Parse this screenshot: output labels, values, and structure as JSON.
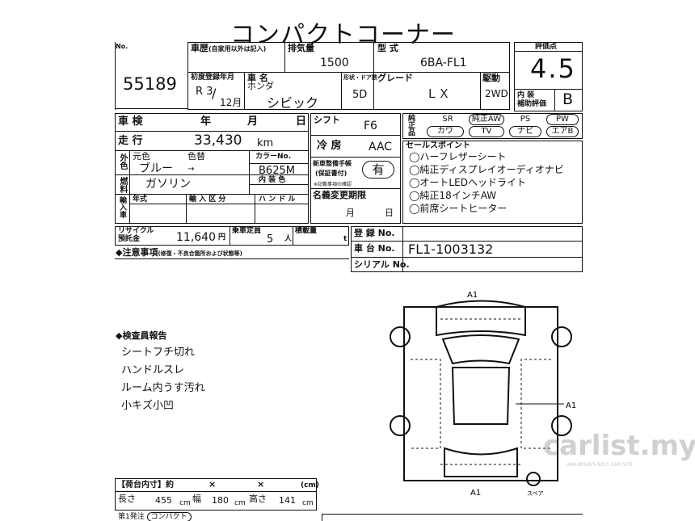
{
  "title": "コンパクトコーナー",
  "lot": {
    "corner_mark": "No.",
    "number": "55189"
  },
  "history": {
    "label": "車歴",
    "note": "(自家用以外は記入)"
  },
  "displacement": {
    "label": "排気量",
    "value": "1500"
  },
  "model": {
    "label": "型 式",
    "value": "6BA-FL1"
  },
  "score": {
    "label": "評価点",
    "value": "4.5",
    "interior_label": "内 装\n補助評価",
    "interior_value": "B"
  },
  "first_reg": {
    "label": "初度登録年月",
    "era": "R 3",
    "slash": "/",
    "month": "12",
    "month_unit": "月"
  },
  "maker": {
    "label": "車 名",
    "maker": "ホンダ",
    "name": "シビック"
  },
  "doors": {
    "label": "形状・ドア数",
    "value": "5D"
  },
  "grade": {
    "label": "グレード",
    "value": "ＬＸ"
  },
  "drive": {
    "label": "駆動",
    "value": "2WD"
  },
  "inspection": {
    "label": "車 検",
    "year": "年",
    "month": "月",
    "day": "日"
  },
  "mileage": {
    "label": "走 行",
    "value": "33,430",
    "unit": "km"
  },
  "shift": {
    "label": "シフト",
    "value": "F6"
  },
  "ac": {
    "label": "冷 房",
    "value": "AAC"
  },
  "genuine": {
    "label": "純正品",
    "items": [
      "SR",
      "純正AW",
      "PS",
      "PW",
      "カワ",
      "TV",
      "ナビ",
      "エアB"
    ]
  },
  "color": {
    "label": "外色",
    "original": "元色",
    "change": "色替",
    "value": "ブルー",
    "arrow": "→"
  },
  "color_no": {
    "label": "カラーNo.",
    "value": "B625M"
  },
  "interior_color": {
    "label": "内 装 色"
  },
  "manual": {
    "label": "新車整備手帳",
    "sub": "(保証書付)",
    "value": "有"
  },
  "fuel": {
    "label": "燃料",
    "value": "ガソリン"
  },
  "import": {
    "label": "輸入車",
    "year": "年式",
    "import_cat": "輸 入 区 分",
    "handle": "ハ ン ド ル"
  },
  "name_change": {
    "label": "名義変更期限",
    "month": "月",
    "day": "日"
  },
  "sales_points": {
    "label": "セールスポイント",
    "items": [
      "◯ハーフレザーシート",
      "◯純正ディスプレイオーディオナビ",
      "◯オートLEDヘッドライト",
      "◯純正18インチAW",
      "◯前席シートヒーター"
    ]
  },
  "recycle": {
    "label": "リサイクル\n預託金",
    "value": "11,640",
    "unit": "円"
  },
  "capacity": {
    "label": "乗車定員",
    "value": "5",
    "unit": "人"
  },
  "load": {
    "label": "積載量",
    "unit": "t"
  },
  "registration": {
    "label": "登 録 No."
  },
  "chassis": {
    "label": "車 台 No.",
    "value": "FL1-1003132"
  },
  "serial": {
    "label": "シリアル No."
  },
  "notes": {
    "label": "◆注意事項",
    "sub": "(修復・不良合箇所および状態等)"
  },
  "inspector": {
    "label": "◆検査員報告",
    "items": [
      "シートフチ切れ",
      "ハンドルスレ",
      "ルーム内うす汚れ",
      "小キズ小凹"
    ]
  },
  "diagram": {
    "marks": [
      "A1",
      "A1",
      "A1"
    ],
    "spare": "スペア"
  },
  "cargo": {
    "label": "【荷台内寸】約",
    "x1": "×",
    "x2": "×",
    "cm": "(cm)",
    "length_label": "長さ",
    "length": "455",
    "width_label": "幅",
    "width": "180",
    "height_label": "高さ",
    "height": "141",
    "unit": "cm"
  },
  "bottom": {
    "label": "第1発注",
    "value": "コンパクト"
  },
  "watermark": {
    "brand": "carlist.my",
    "tag": "MALAYSIA'S NO.1 CAR SITE"
  }
}
